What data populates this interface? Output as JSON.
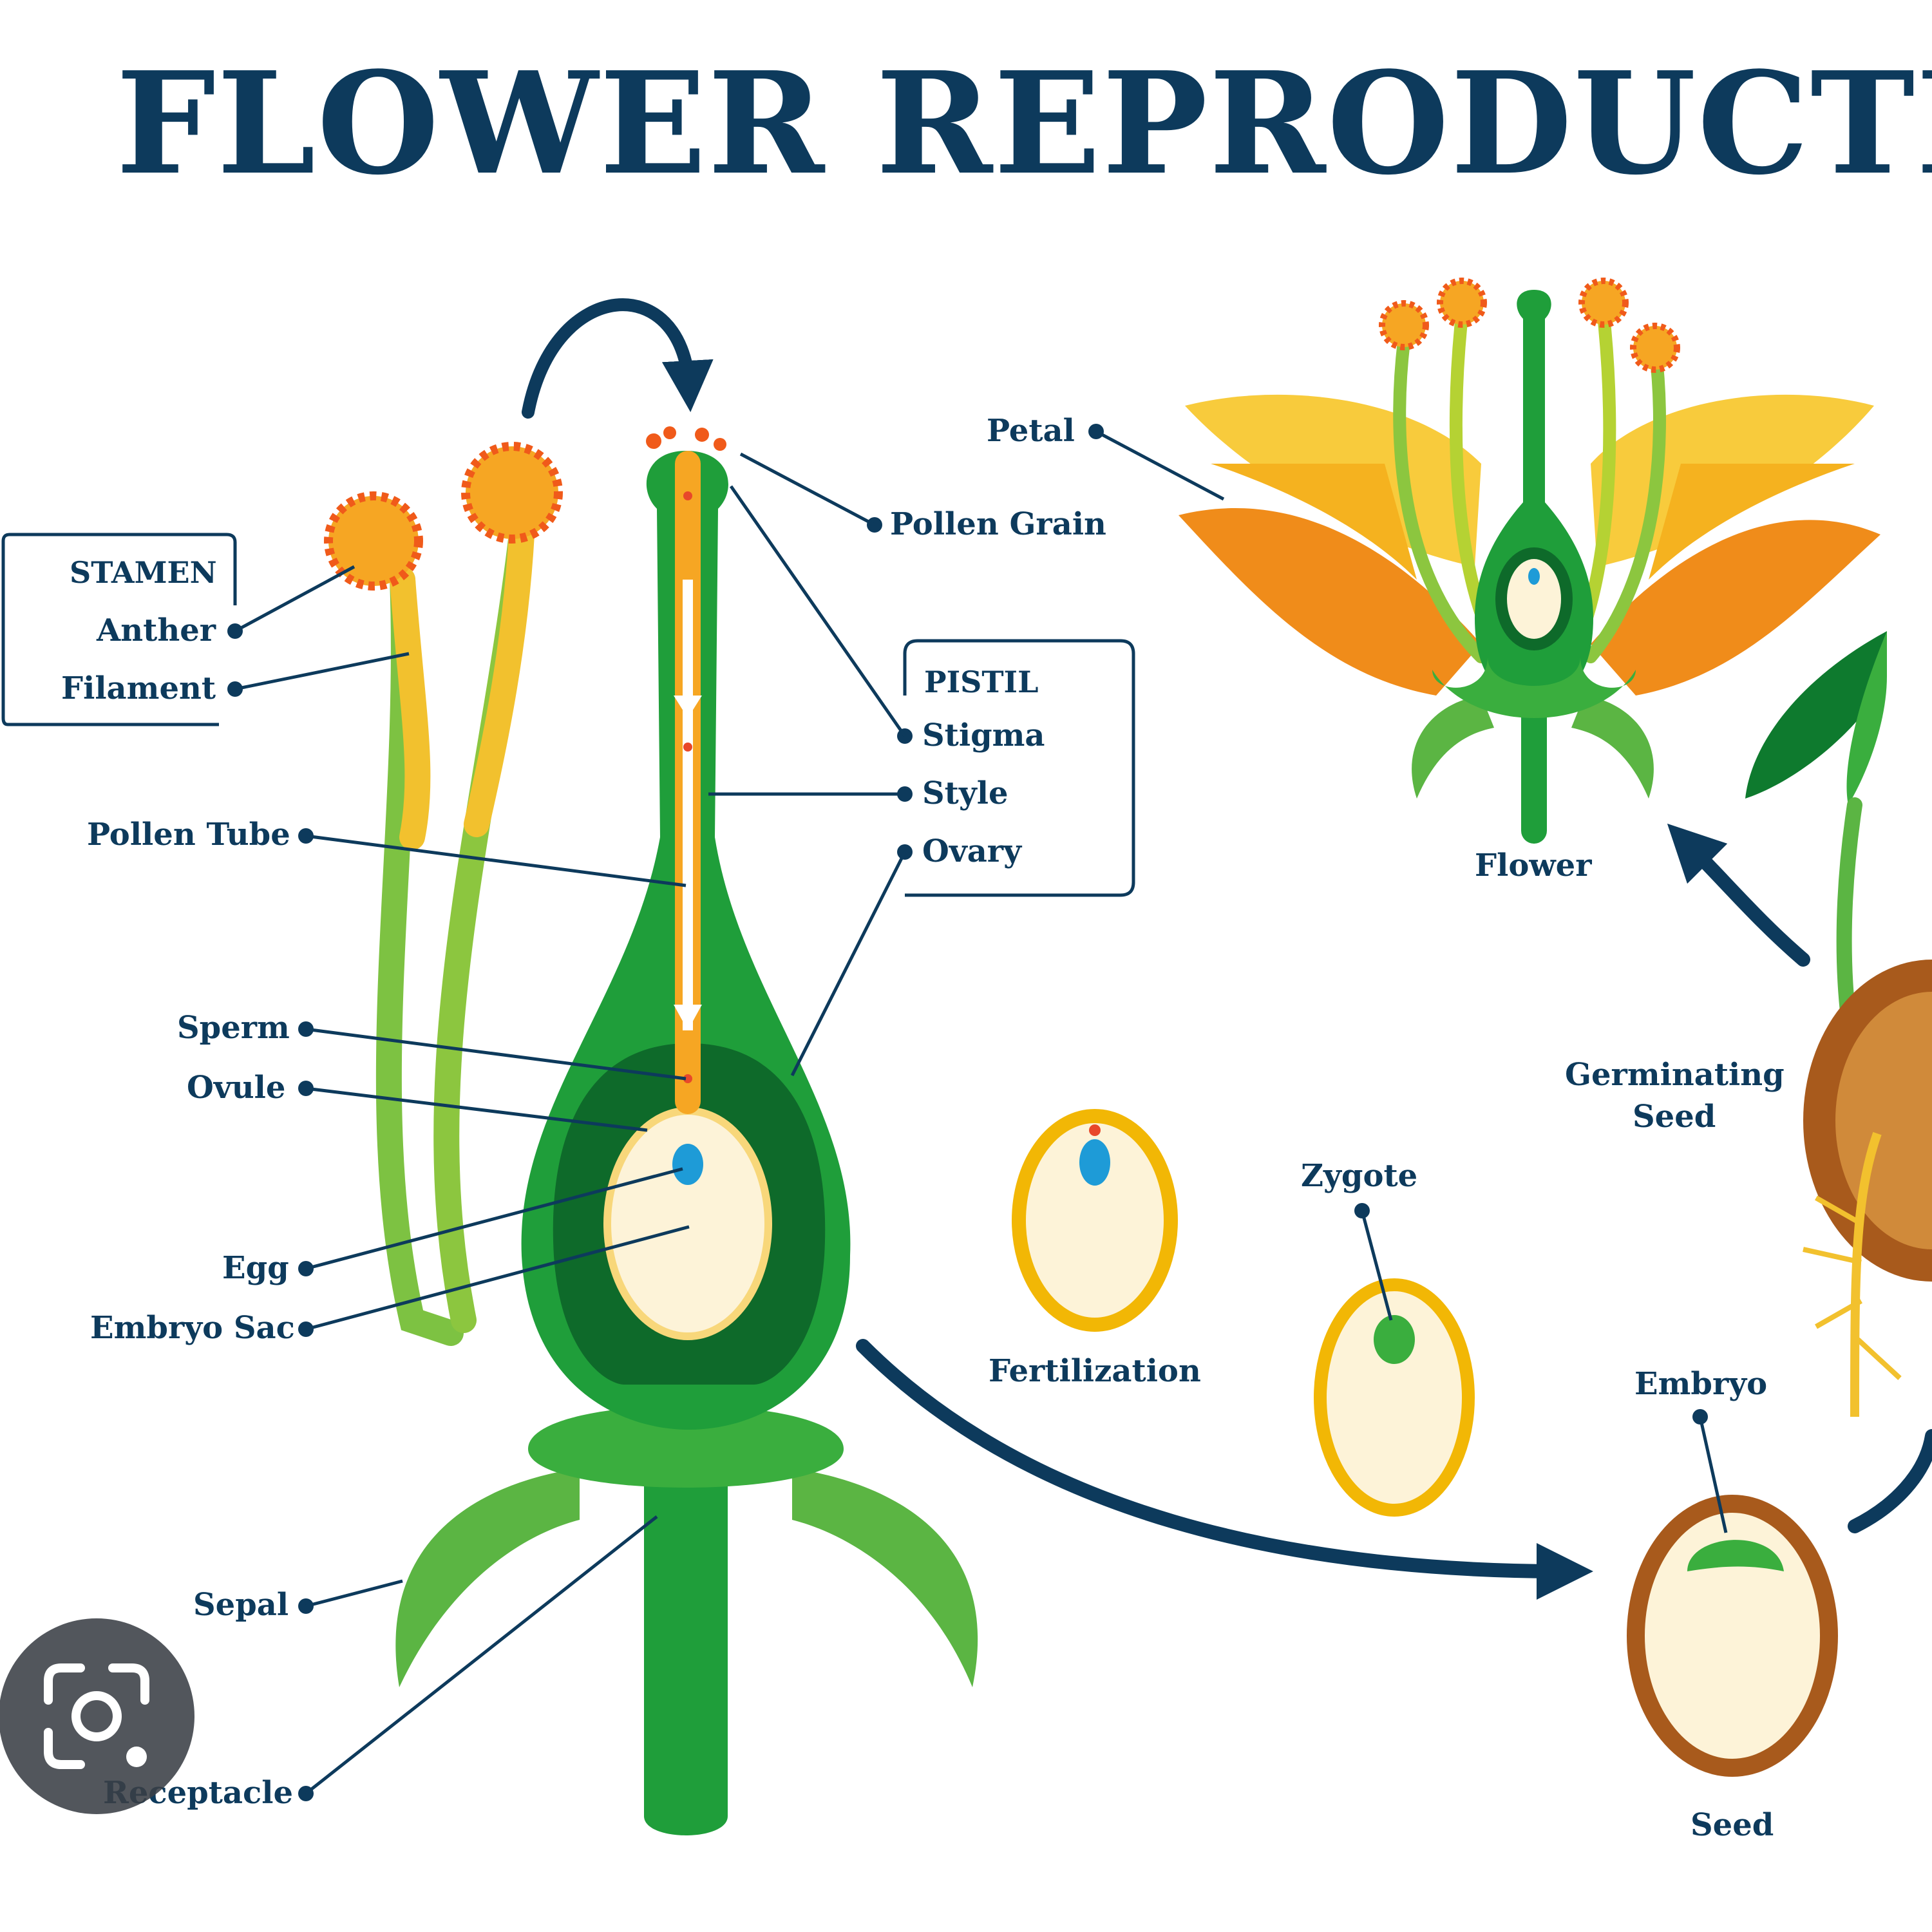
{
  "title": "FLOWER REPRODUCTION",
  "labels": {
    "stamen": "STAMEN",
    "anther": "Anther",
    "filament": "Filament",
    "pollen_tube": "Pollen Tube",
    "sperm": "Sperm",
    "ovule": "Ovule",
    "egg": "Egg",
    "embryo_sac": "Embryo Sac",
    "sepal": "Sepal",
    "receptacle": "Receptacle",
    "pollen_grain": "Pollen Grain",
    "pistil": "PISTIL",
    "stigma": "Stigma",
    "style": "Style",
    "ovary": "Ovary",
    "petal": "Petal",
    "flower": "Flower",
    "fertilization": "Fertilization",
    "zygote": "Zygote",
    "germinating_seed_line1": "Germinating",
    "germinating_seed_line2": "Seed",
    "embryo": "Embryo",
    "seed": "Seed"
  },
  "colors": {
    "title": "#0d3a5c",
    "dark_green": "#0e7a2e",
    "mid_green": "#1f9e3a",
    "light_green": "#7dc242",
    "yellow": "#f2b705",
    "orange": "#f08c1a",
    "cream": "#fdf3d8",
    "blue": "#1e9bd7",
    "brown": "#a85a1c"
  },
  "icons": {
    "lens_overlay": "camera-search-icon"
  }
}
